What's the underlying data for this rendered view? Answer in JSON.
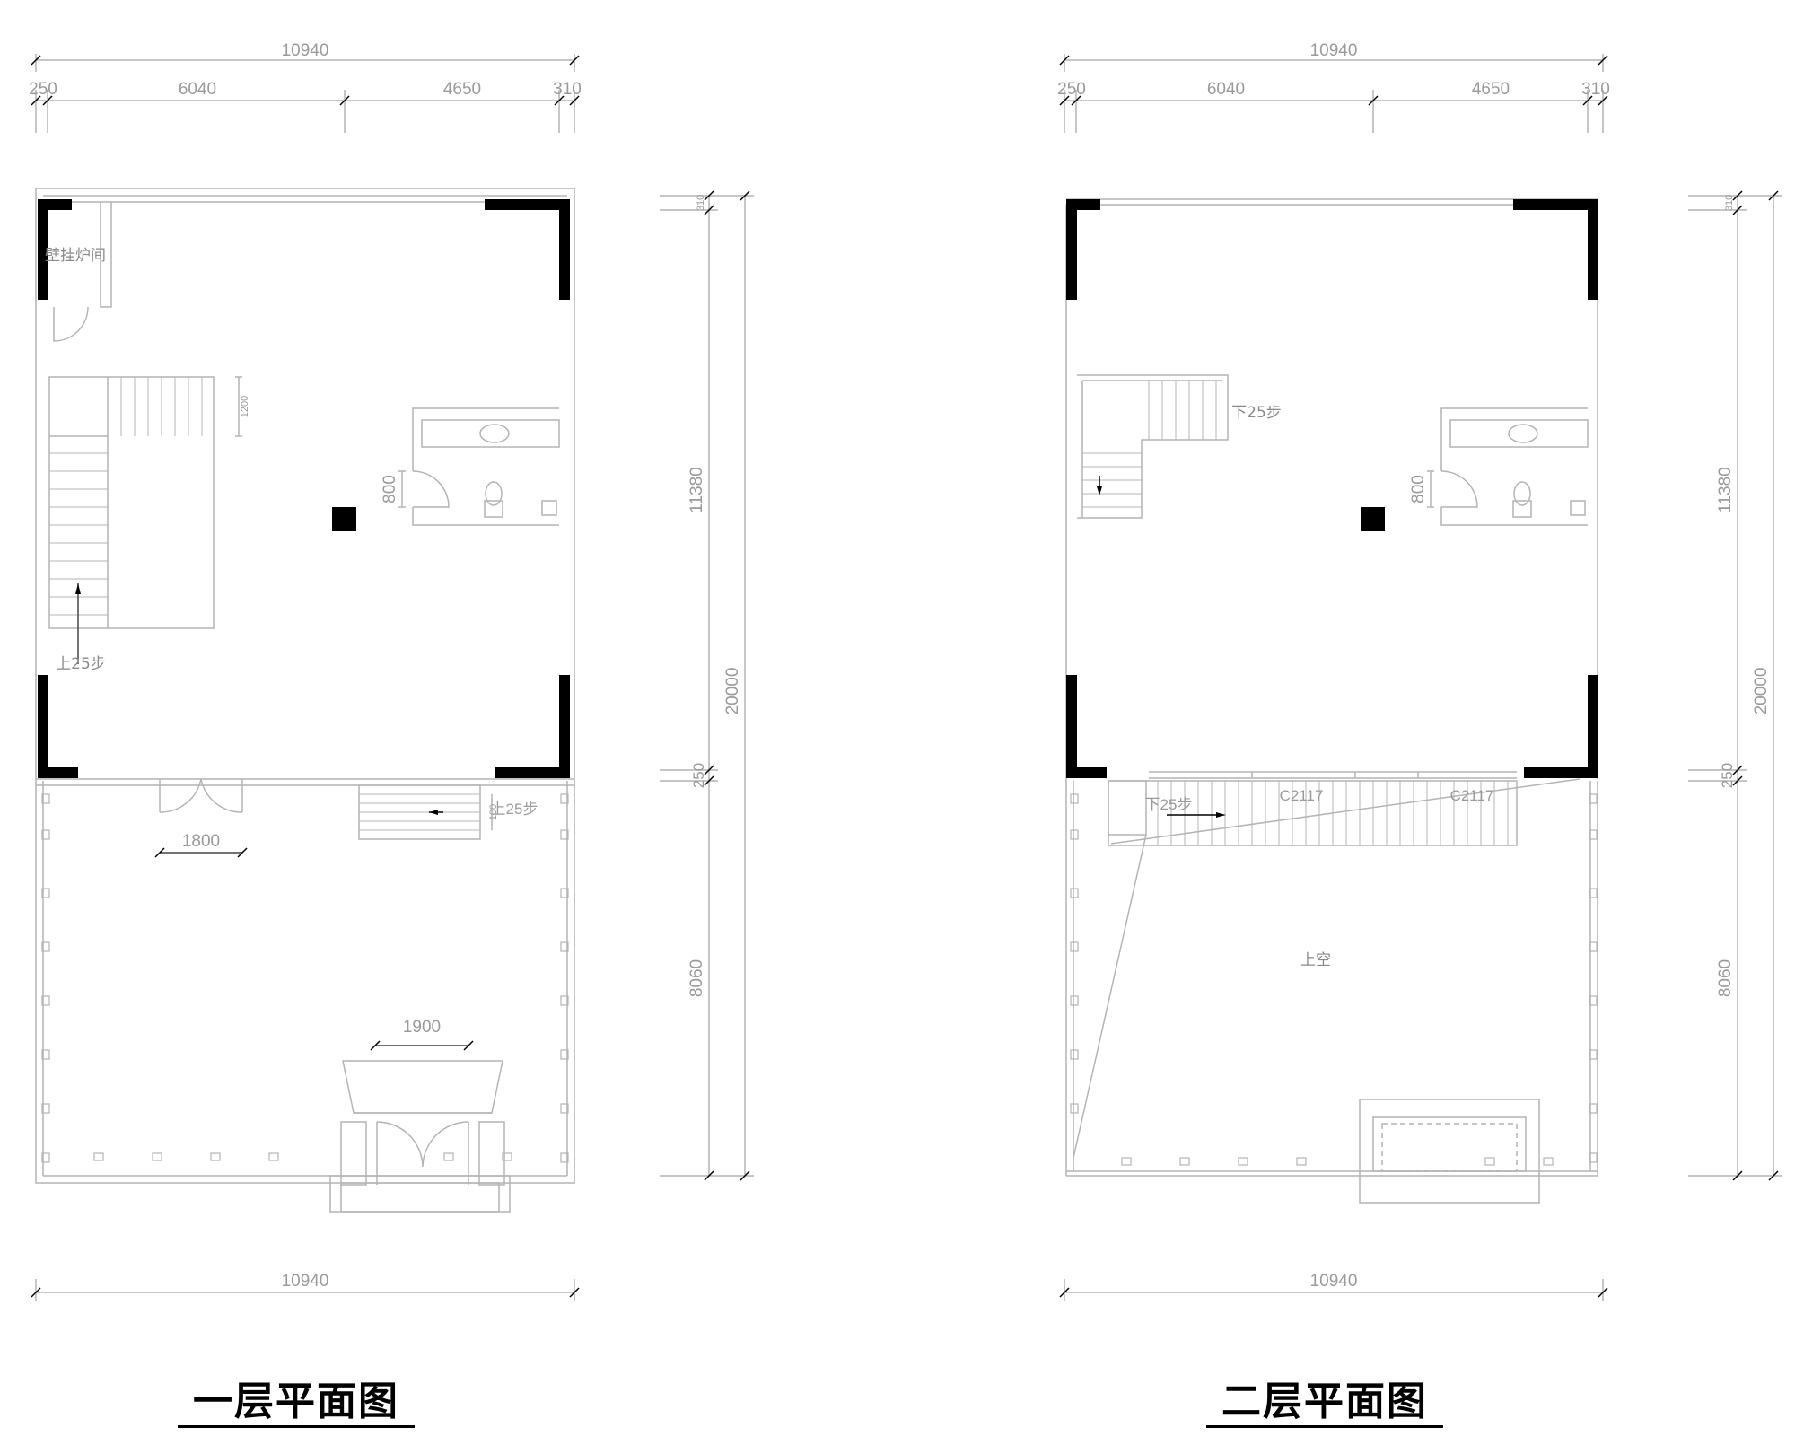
{
  "plans": [
    {
      "title": "一层平面图",
      "top_total": "10940",
      "top_segments": [
        "250",
        "6040",
        "4650",
        "310"
      ],
      "bottom_total": "10940",
      "side_total": "20000",
      "side_segments": [
        "310",
        "11380",
        "250",
        "8060"
      ],
      "labels": {
        "room": "壁挂炉间",
        "stair_main": "上25步",
        "stair_small": "上25步",
        "stair_dim": "1200",
        "stair_dim_small": "100",
        "door_wc": "800",
        "door_front": "1800",
        "door_entry": "1900"
      }
    },
    {
      "title": "二层平面图",
      "top_total": "10940",
      "top_segments": [
        "250",
        "6040",
        "4650",
        "310"
      ],
      "bottom_total": "10940",
      "side_total": "20000",
      "side_segments": [
        "310",
        "11380",
        "250",
        "8060"
      ],
      "labels": {
        "stair_upper": "下25步",
        "stair_lower": "下25步",
        "door_wc": "800",
        "window_1": "C2117",
        "window_2": "C2117",
        "void": "上空"
      }
    }
  ],
  "colors": {
    "wall": "#000000",
    "line": "#b4b4b4",
    "text": "#9a9a9a"
  }
}
